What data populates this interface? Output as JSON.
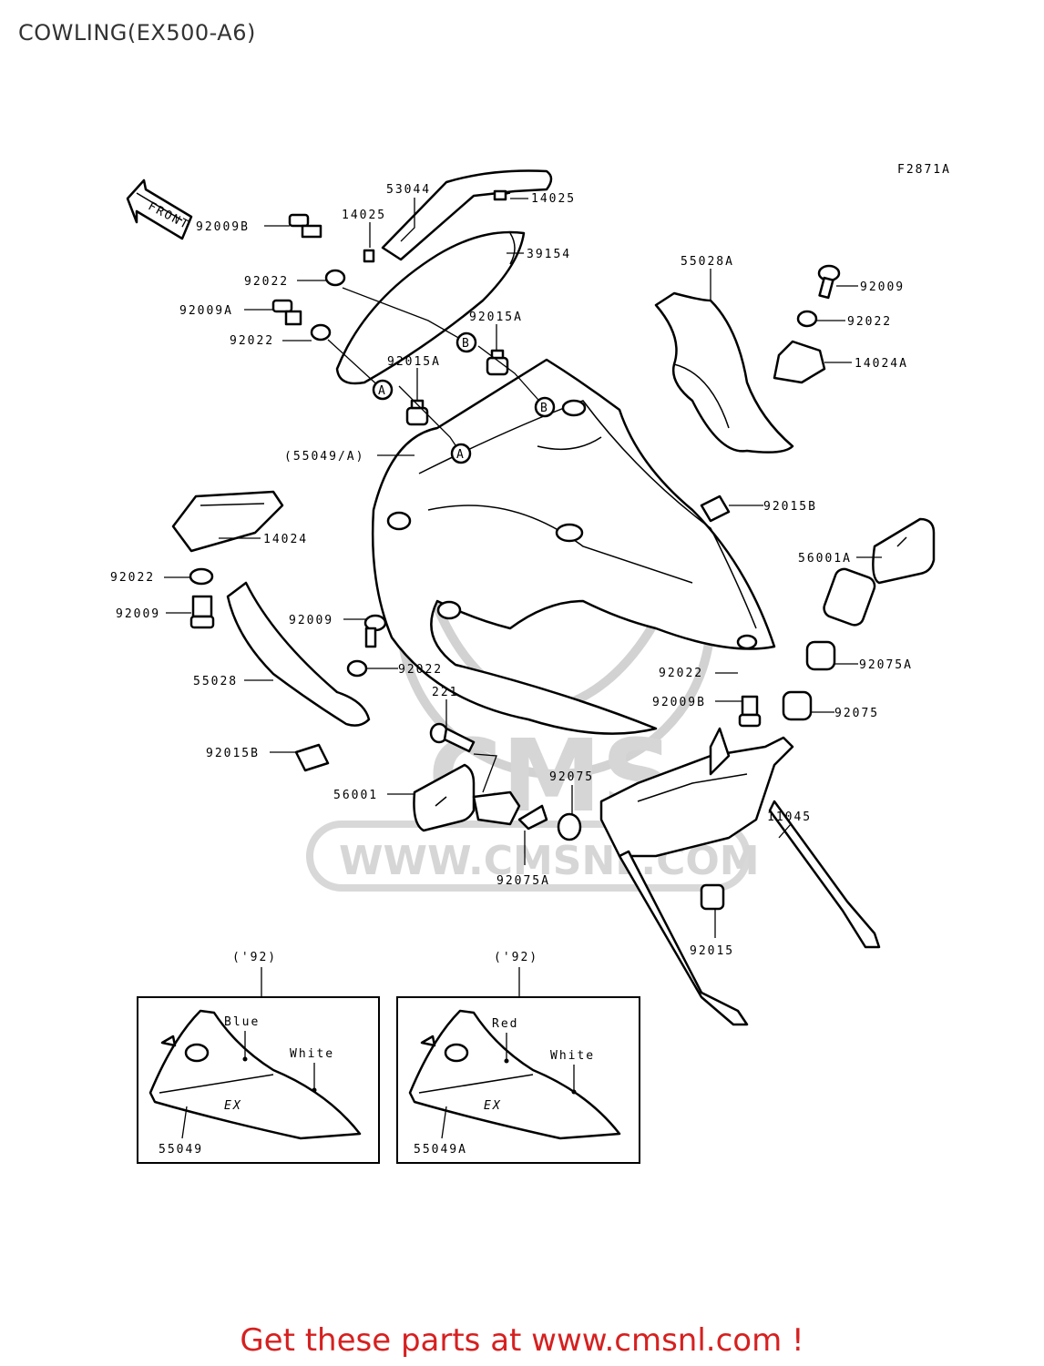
{
  "page": {
    "title": "COWLING(EX500-A6)",
    "footer": "Get these parts at www.cmsnl.com !"
  },
  "diagram": {
    "figure_code": "F2871A",
    "front_arrow": "FRONT",
    "watermark": {
      "logo": "CMS",
      "url": "WWW.CMSNL.COM"
    },
    "labels": {
      "p53044": "53044",
      "p14025_top": "14025",
      "p14025_left": "14025",
      "p92009B_top": "92009B",
      "p39154": "39154",
      "p92022_a": "92022",
      "p92009A": "92009A",
      "p92022_b": "92022",
      "p92015A_right": "92015A",
      "p92015A_left": "92015A",
      "p55049A_paren": "(55049/A)",
      "p55028A": "55028A",
      "p92009_right": "92009",
      "p92022_right": "92022",
      "p14024A": "14024A",
      "p92015B_right": "92015B",
      "p14024": "14024",
      "p92022_left": "92022",
      "p92009_left": "92009",
      "p92009_mid": "92009",
      "p92022_mid": "92022",
      "p55028": "55028",
      "p92015B_left": "92015B",
      "p221": "221",
      "p56001A": "56001A",
      "p92022_low": "92022",
      "p92009B_low": "92009B",
      "p92075A_right": "92075A",
      "p92075_right": "92075",
      "p56001": "56001",
      "p92075_mid": "92075",
      "p92075A_mid": "92075A",
      "p11045": "11045",
      "p92015": "92015",
      "callout_A": "A",
      "callout_B": "B"
    },
    "insets": [
      {
        "year": "('92)",
        "color_top": "Blue",
        "color_side": "White",
        "part": "55049",
        "emblem": "EX"
      },
      {
        "year": "('92)",
        "color_top": "Red",
        "color_side": "White",
        "part": "55049A",
        "emblem": "EX"
      }
    ]
  }
}
